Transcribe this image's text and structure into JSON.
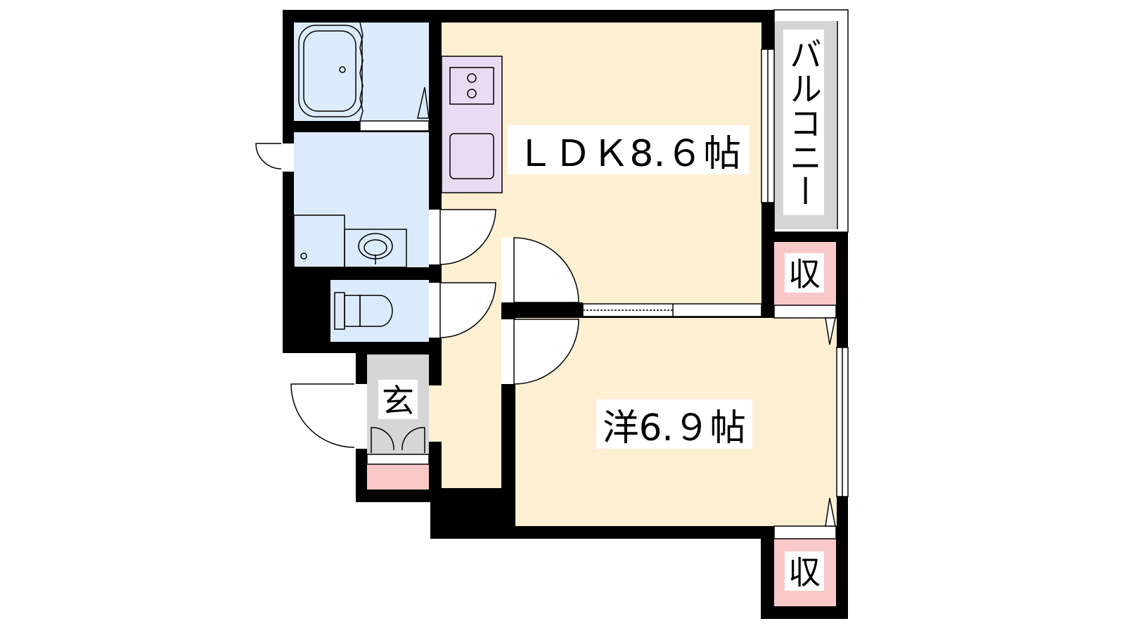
{
  "rooms": {
    "ldk": {
      "label": "ＬＤＫ8.６帖"
    },
    "western": {
      "label": "洋6.９帖"
    },
    "entrance": {
      "label": "玄"
    },
    "balcony": {
      "label": "バルコニー"
    },
    "storage_top": {
      "label": "収"
    },
    "storage_bottom": {
      "label": "収"
    }
  },
  "colors": {
    "wall": "#000000",
    "living_floor": "#fdf0d2",
    "wet_area": "#dcebfb",
    "kitchen": "#e9dcf2",
    "storage": "#f9c8c8",
    "entrance_floor": "#d6d6d6",
    "balcony": "#d4d4d4",
    "background": "#ffffff"
  }
}
